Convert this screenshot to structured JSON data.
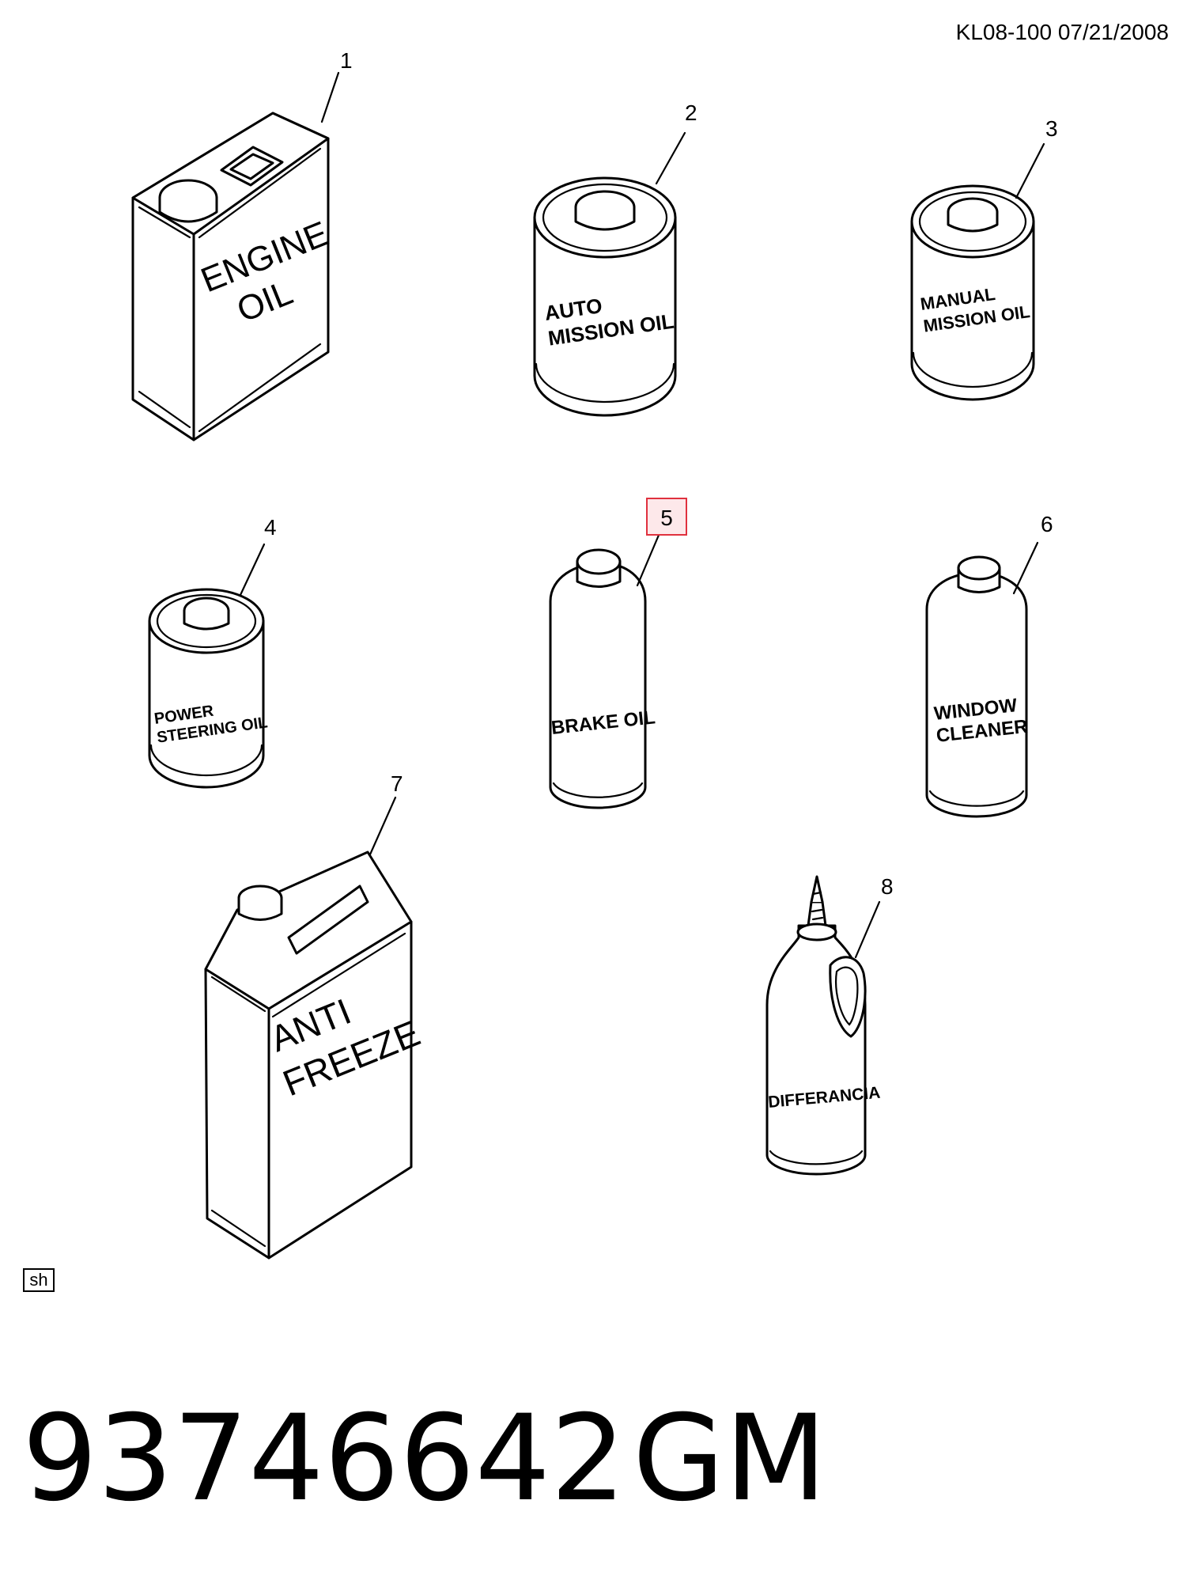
{
  "header": {
    "code": "KL08-100  07/21/2008"
  },
  "items": [
    {
      "num": "1",
      "label_lines": [
        "ENGINE",
        "OIL"
      ]
    },
    {
      "num": "2",
      "label_lines": [
        "AUTO",
        "MISSION OIL"
      ]
    },
    {
      "num": "3",
      "label_lines": [
        "MANUAL",
        "MISSION OIL"
      ]
    },
    {
      "num": "4",
      "label_lines": [
        "POWER",
        "STEERING OIL"
      ]
    },
    {
      "num": "5",
      "label_lines": [
        "BRAKE OIL"
      ],
      "highlighted": true
    },
    {
      "num": "6",
      "label_lines": [
        "WINDOW",
        "CLEANER"
      ]
    },
    {
      "num": "7",
      "label_lines": [
        "ANTI",
        "FREEZE"
      ]
    },
    {
      "num": "8",
      "label_lines": [
        "DIFFERANCIA"
      ]
    }
  ],
  "stamp": "sh",
  "footer": {
    "part_number": "93746642",
    "brand": "GM"
  },
  "colors": {
    "highlight_fill": "#fde8ea",
    "highlight_border": "#e0313e"
  }
}
